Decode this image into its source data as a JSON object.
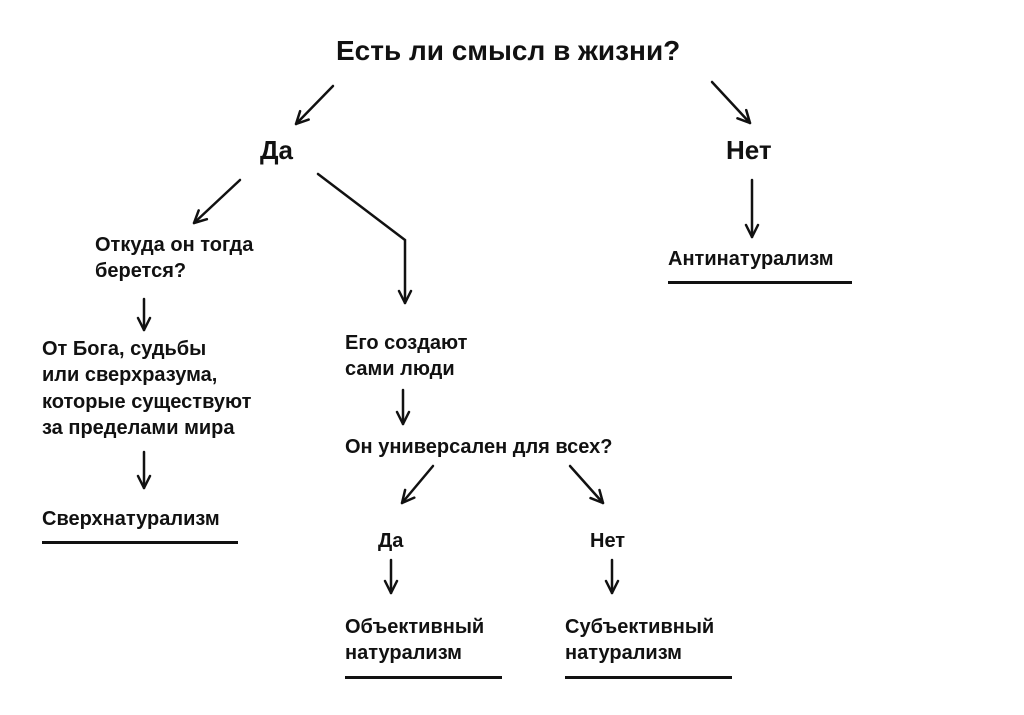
{
  "diagram": {
    "title": "Есть ли смысл в жизни?",
    "nodes": {
      "yes_top": {
        "label": "Да"
      },
      "no_top": {
        "label": "Нет"
      },
      "antinaturalism": {
        "label": "Антинатурализм"
      },
      "where_from": {
        "label": "Откуда он тогда\nберется?"
      },
      "from_god": {
        "label": "От Бога, судьбы\nили сверхразума,\nкоторые существуют\nза пределами мира"
      },
      "supernaturalism": {
        "label": "Сверхнатурализм"
      },
      "people_create": {
        "label": "Его создают\nсами люди"
      },
      "universal_question": {
        "label": "Он универсален для всех?"
      },
      "yes_universal": {
        "label": "Да"
      },
      "no_universal": {
        "label": "Нет"
      },
      "objective_naturalism": {
        "label": "Объективный\nнатурализм"
      },
      "subjective_naturalism": {
        "label": "Субъективный\nнатурализм"
      }
    },
    "colors": {
      "ink": "#111111",
      "background": "#ffffff"
    }
  }
}
